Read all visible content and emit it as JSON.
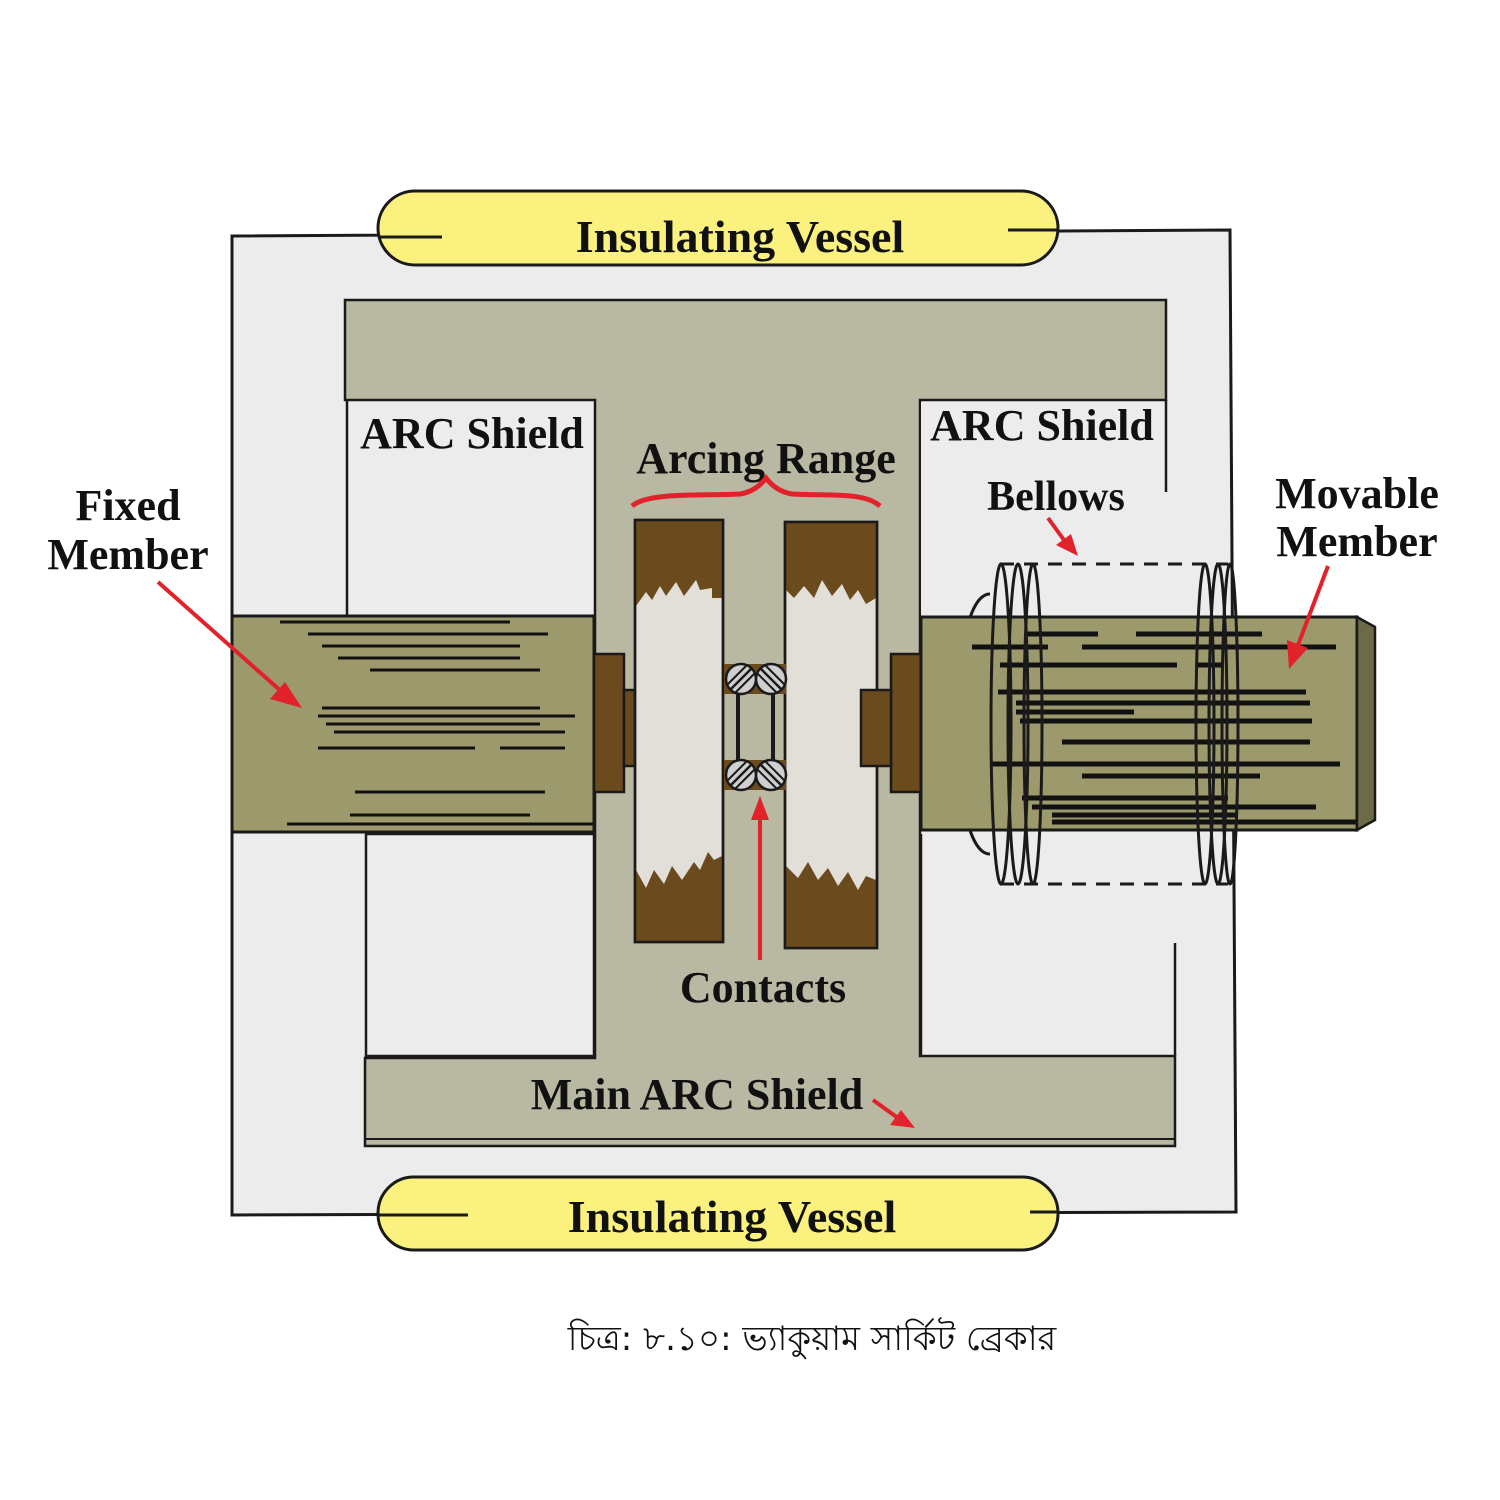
{
  "labels": {
    "insulating_vessel_top": "Insulating Vessel",
    "insulating_vessel_bottom": "Insulating Vessel",
    "arc_shield_left": "ARC Shield",
    "arc_shield_right": "ARC Shield",
    "arcing_range": "Arcing Range",
    "bellows": "Bellows",
    "fixed_member_line1": "Fixed",
    "fixed_member_line2": "Member",
    "movable_member_line1": "Movable",
    "movable_member_line2": "Member",
    "contacts": "Contacts",
    "main_arc_shield": "Main ARC Shield"
  },
  "caption": "চিত্র: ৮.১০: ভ্যাকুয়াম সার্কিট ব্রেকার",
  "colors": {
    "vessel_fill": "#ececec",
    "shield_fill": "#b9b8a3",
    "member_fill": "#9c9a6c",
    "contact_brown": "#6b4a1e",
    "contact_light": "#e2dfd8",
    "label_band": "#fbf17e",
    "arrow_red": "#e2222a"
  }
}
